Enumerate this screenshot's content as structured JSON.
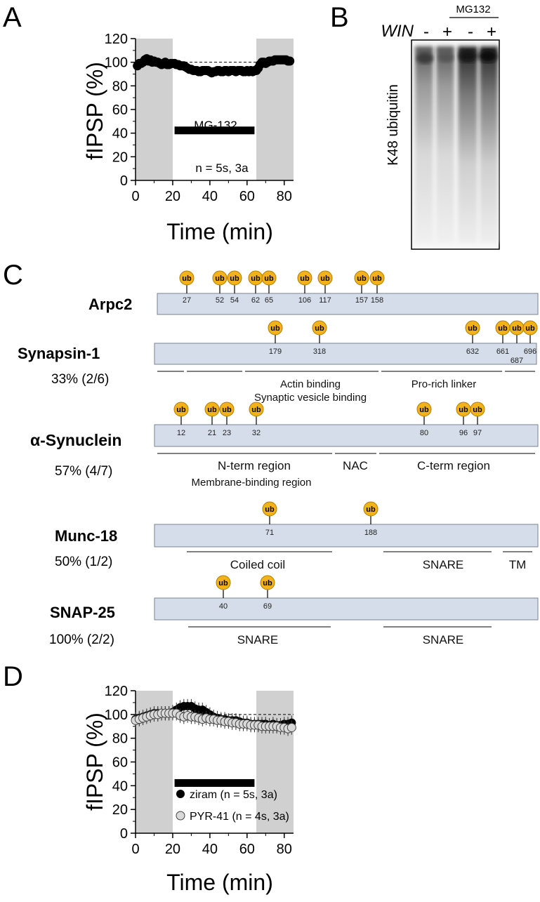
{
  "panel_a": {
    "letter": "A",
    "ylabel": "fIPSP (%)",
    "xlabel": "Time (min)",
    "drug": "MG-132",
    "n_note": "n = 5s, 3a"
  },
  "panel_b": {
    "letter": "B",
    "win_label": "WIN",
    "mg_label": "MG132",
    "lanes": [
      "-",
      "+",
      "-",
      "+"
    ],
    "ylabel": "K48 ubiquitin"
  },
  "panel_c": {
    "letter": "C",
    "ub_label": "ub",
    "proteins": [
      {
        "name": "Arpc2",
        "pct": "",
        "sites": [
          "27",
          "52",
          "54",
          "62",
          "65",
          "106",
          "117",
          "157",
          "158"
        ],
        "domains": []
      },
      {
        "name": "Synapsin-1",
        "pct": "33% (2/6)",
        "sites": [
          "179",
          "318",
          "632",
          "661",
          "687",
          "696"
        ],
        "domains": [
          "Actin binding",
          "Synaptic vesicle binding",
          "Pro-rich linker"
        ]
      },
      {
        "name": "α-Synuclein",
        "pct": "57% (4/7)",
        "sites": [
          "12",
          "21",
          "23",
          "32",
          "80",
          "96",
          "97"
        ],
        "domains": [
          "N-term region",
          "Membrane-binding region",
          "NAC",
          "C-term region"
        ]
      },
      {
        "name": "Munc-18",
        "pct": "50% (1/2)",
        "sites": [
          "71",
          "188"
        ],
        "domains": [
          "Coiled coil",
          "SNARE",
          "TM"
        ]
      },
      {
        "name": "SNAP-25",
        "pct": "100% (2/2)",
        "sites": [
          "40",
          "69"
        ],
        "domains": [
          "SNARE",
          "SNARE"
        ]
      }
    ]
  },
  "panel_d": {
    "letter": "D",
    "ylabel": "fIPSP (%)",
    "xlabel": "Time (min)",
    "legend": [
      "ziram (n = 5s, 3a)",
      "PYR-41 (n = 4s, 3a)"
    ]
  },
  "chart_data": [
    {
      "panel": "A",
      "type": "scatter",
      "xlabel": "Time (min)",
      "ylabel": "fIPSP (%)",
      "xlim": [
        0,
        85
      ],
      "ylim": [
        0,
        120
      ],
      "xticks": [
        0,
        20,
        40,
        60,
        80
      ],
      "yticks": [
        0,
        20,
        40,
        60,
        80,
        100,
        120
      ],
      "shaded_x": [
        [
          0,
          20
        ],
        [
          65,
          85
        ]
      ],
      "reference_y": 100,
      "annotations": [
        "MG-132",
        "n = 5s, 3a"
      ],
      "treatment_bar_x": [
        21,
        64
      ],
      "series": [
        {
          "x": [
            1,
            2,
            3,
            4,
            5,
            6,
            7,
            8,
            9,
            10,
            11,
            12,
            13,
            14,
            15,
            16,
            17,
            18,
            19,
            20,
            21,
            22,
            23,
            24,
            25,
            26,
            27,
            28,
            29,
            30,
            31,
            32,
            33,
            34,
            35,
            36,
            37,
            38,
            39,
            40,
            41,
            42,
            43,
            44,
            45,
            46,
            47,
            48,
            49,
            50,
            51,
            52,
            53,
            54,
            55,
            56,
            57,
            58,
            59,
            60,
            61,
            62,
            63,
            64,
            65,
            66,
            67,
            68,
            69,
            70,
            71,
            72,
            73,
            74,
            75,
            76,
            77,
            78,
            79,
            80,
            81,
            82,
            83
          ],
          "y": [
            97,
            99,
            99,
            100,
            102,
            103,
            101,
            102,
            100,
            101,
            100,
            100,
            99,
            98,
            99,
            100,
            98,
            98,
            99,
            99,
            99,
            98,
            98,
            97,
            97,
            97,
            96,
            95,
            94,
            94,
            93,
            93,
            93,
            92,
            92,
            93,
            93,
            93,
            93,
            92,
            91,
            92,
            92,
            93,
            93,
            92,
            92,
            93,
            93,
            92,
            93,
            93,
            93,
            92,
            93,
            93,
            93,
            92,
            92,
            93,
            92,
            93,
            92,
            93,
            93,
            95,
            98,
            100,
            100,
            99,
            100,
            101,
            101,
            101,
            102,
            102,
            102,
            102,
            102,
            102,
            102,
            101,
            101
          ]
        }
      ]
    },
    {
      "panel": "D",
      "type": "scatter",
      "xlabel": "Time (min)",
      "ylabel": "fIPSP (%)",
      "xlim": [
        0,
        85
      ],
      "ylim": [
        0,
        120
      ],
      "xticks": [
        0,
        20,
        40,
        60,
        80
      ],
      "yticks": [
        0,
        20,
        40,
        60,
        80,
        100,
        120
      ],
      "shaded_x": [
        [
          0,
          20
        ],
        [
          65,
          85
        ]
      ],
      "reference_y": 100,
      "treatment_bar_x": [
        21,
        64
      ],
      "legend_position": "bottom-left",
      "series": [
        {
          "name": "ziram (n = 5s, 3a)",
          "marker": "filled",
          "x": [
            0,
            2,
            4,
            6,
            8,
            10,
            12,
            14,
            16,
            18,
            20,
            22,
            24,
            26,
            28,
            30,
            32,
            34,
            36,
            38,
            40,
            42,
            44,
            46,
            48,
            50,
            52,
            54,
            56,
            58,
            60,
            62,
            64,
            66,
            68,
            70,
            72,
            74,
            76,
            78,
            80,
            82,
            84
          ],
          "y": [
            96,
            97,
            98,
            99,
            100,
            101,
            101,
            101,
            101,
            101,
            102,
            104,
            106,
            107,
            107,
            107,
            105,
            104,
            104,
            102,
            100,
            98,
            97,
            96,
            96,
            95,
            95,
            95,
            94,
            93,
            93,
            92,
            92,
            92,
            92,
            92,
            91,
            92,
            91,
            91,
            92,
            92,
            93
          ]
        },
        {
          "name": "PYR-41 (n = 4s, 3a)",
          "marker": "open",
          "x": [
            0,
            2,
            4,
            6,
            8,
            10,
            12,
            14,
            16,
            18,
            20,
            22,
            24,
            26,
            28,
            30,
            32,
            34,
            36,
            38,
            40,
            42,
            44,
            46,
            48,
            50,
            52,
            54,
            56,
            58,
            60,
            62,
            64,
            66,
            68,
            70,
            72,
            74,
            76,
            78,
            80,
            82,
            84
          ],
          "y": [
            95,
            96,
            97,
            98,
            99,
            100,
            100,
            101,
            101,
            101,
            101,
            101,
            99,
            98,
            99,
            98,
            98,
            97,
            96,
            97,
            96,
            96,
            95,
            95,
            94,
            94,
            93,
            93,
            92,
            92,
            92,
            91,
            91,
            91,
            90,
            90,
            90,
            90,
            90,
            89,
            89,
            88,
            89
          ]
        }
      ]
    }
  ]
}
